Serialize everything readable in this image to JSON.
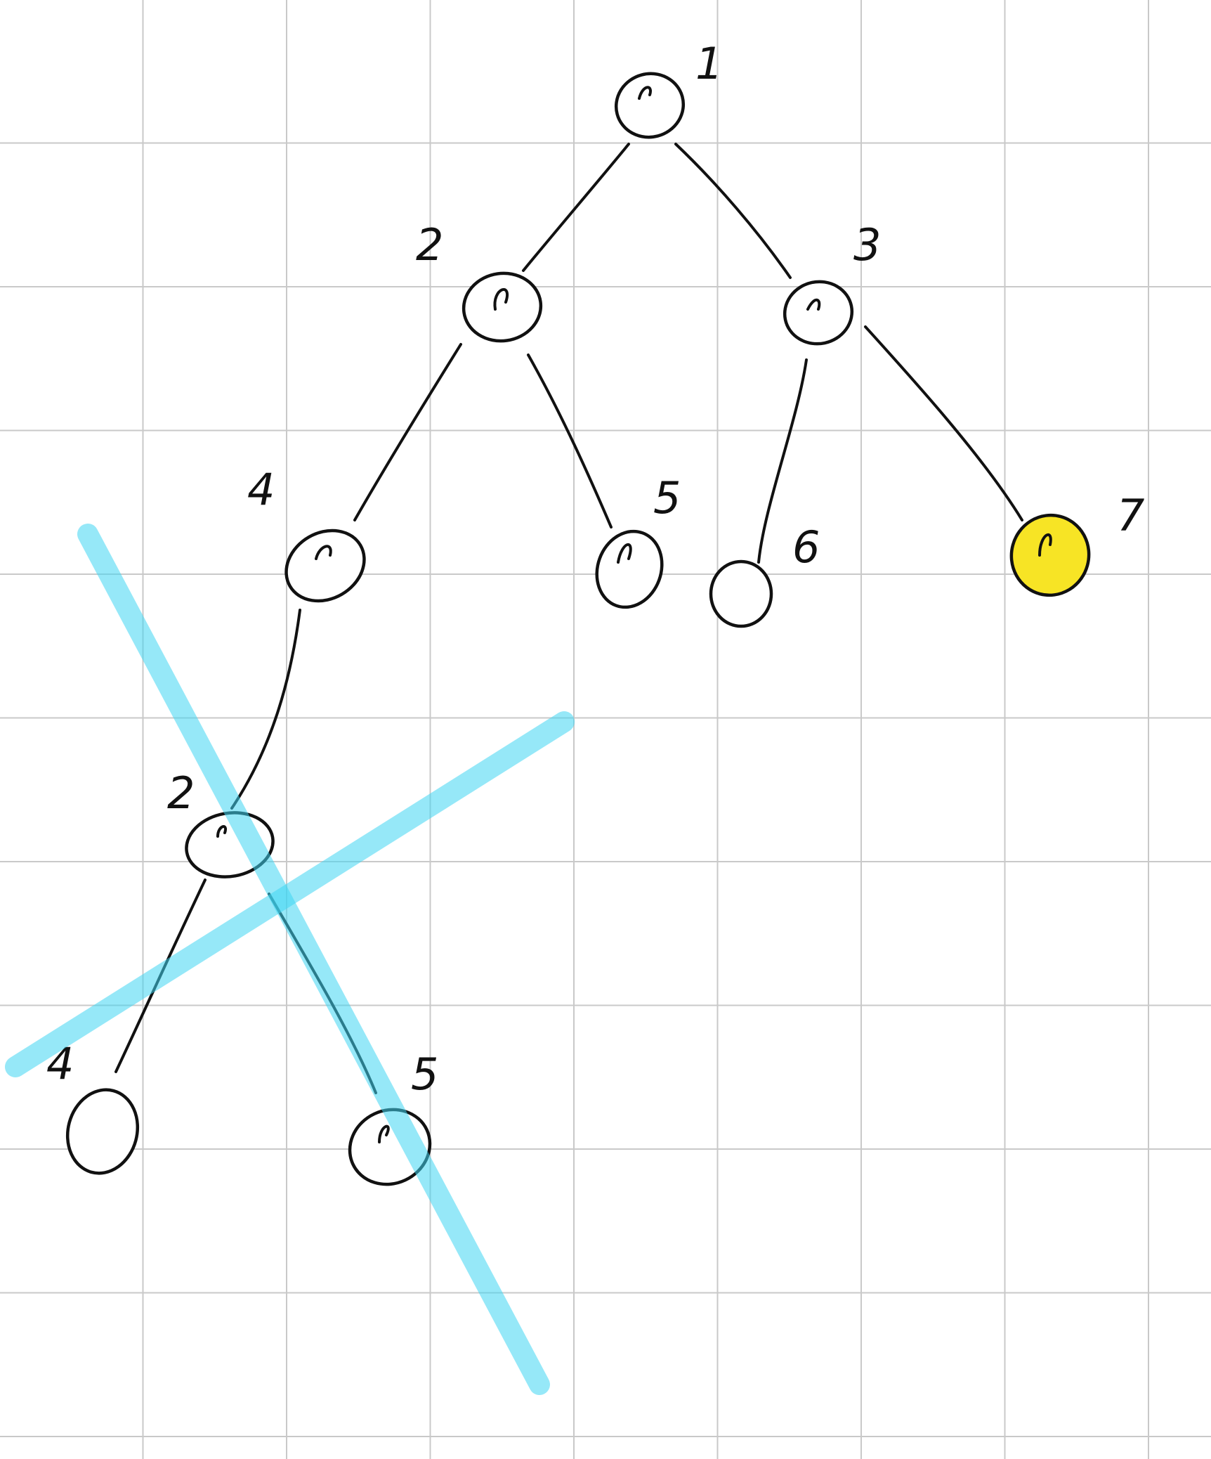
{
  "colors": {
    "ink": "#111111",
    "grid": "#c9c9c9",
    "highlight_fill": "#f7e425",
    "strike_color": "#3fd6f2"
  },
  "tree": {
    "nodes": [
      {
        "id": "n1",
        "label": "1",
        "highlighted": false
      },
      {
        "id": "n2",
        "label": "2",
        "highlighted": false
      },
      {
        "id": "n3",
        "label": "3",
        "highlighted": false
      },
      {
        "id": "n4",
        "label": "4",
        "highlighted": false
      },
      {
        "id": "n5",
        "label": "5",
        "highlighted": false
      },
      {
        "id": "n6",
        "label": "6",
        "highlighted": false
      },
      {
        "id": "n7",
        "label": "7",
        "highlighted": true
      },
      {
        "id": "n2b",
        "label": "2",
        "highlighted": false
      },
      {
        "id": "n4b",
        "label": "4",
        "highlighted": false
      },
      {
        "id": "n5b",
        "label": "5",
        "highlighted": false
      }
    ],
    "edges": [
      {
        "from": "n1",
        "to": "n2"
      },
      {
        "from": "n1",
        "to": "n3"
      },
      {
        "from": "n2",
        "to": "n4"
      },
      {
        "from": "n2",
        "to": "n5"
      },
      {
        "from": "n3",
        "to": "n6"
      },
      {
        "from": "n3",
        "to": "n7"
      },
      {
        "from": "n4",
        "to": "n2b"
      },
      {
        "from": "n2b",
        "to": "n4b"
      },
      {
        "from": "n2b",
        "to": "n5b"
      }
    ],
    "crossed_out_subtree": "n2b"
  }
}
